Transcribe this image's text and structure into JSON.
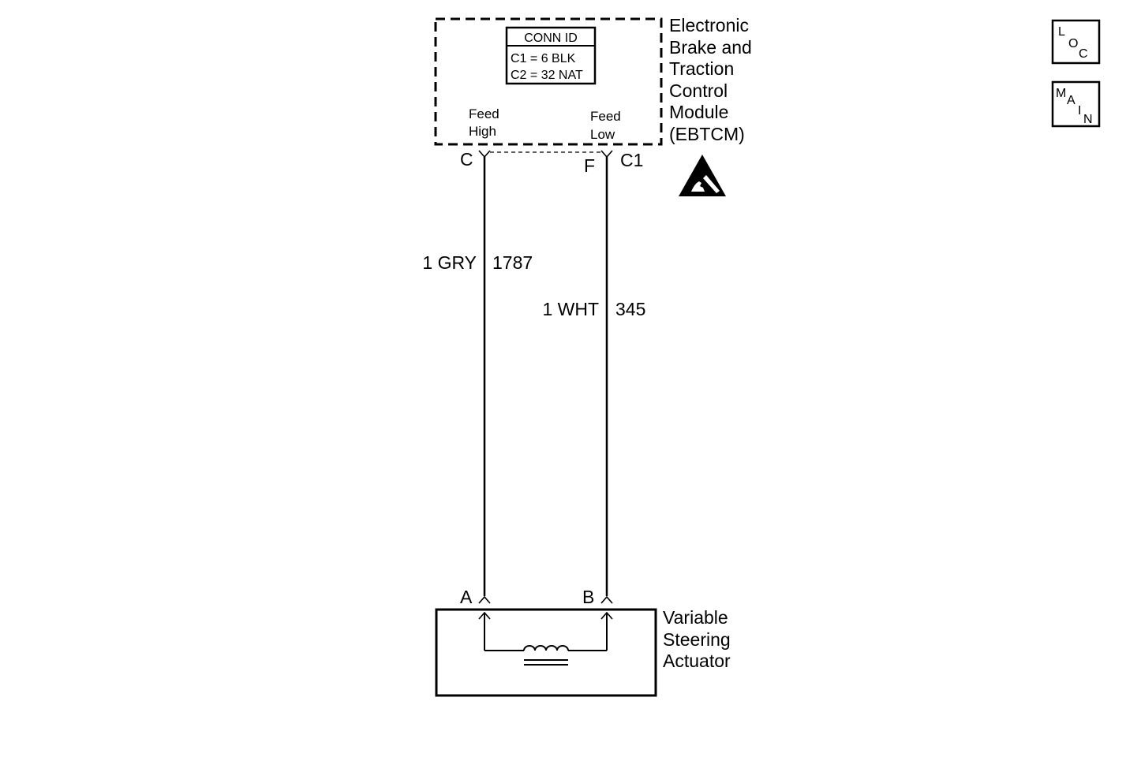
{
  "module": {
    "name_lines": [
      "Electronic",
      "Brake and",
      "Traction",
      "Control",
      "Module",
      "(EBTCM)"
    ],
    "conn_id": {
      "title": "CONN ID",
      "rows": [
        "C1 = 6 BLK",
        "C2 = 32 NAT"
      ]
    },
    "pins": {
      "feed_high": [
        "Feed",
        "High"
      ],
      "feed_low": [
        "Feed",
        "Low"
      ]
    },
    "pin_letters": {
      "left": "C",
      "right": "F",
      "connector": "C1"
    },
    "esd_icon": "esd-warning-icon"
  },
  "wires": [
    {
      "gauge_color": "1 GRY",
      "circuit": "1787"
    },
    {
      "gauge_color": "1 WHT",
      "circuit": "345"
    }
  ],
  "actuator": {
    "name_lines": [
      "Variable",
      "Steering",
      "Actuator"
    ],
    "pin_letters": {
      "left": "A",
      "right": "B"
    },
    "coil_icon": "solenoid-coil-icon"
  },
  "nav": {
    "loc": [
      "L",
      "O",
      "C"
    ],
    "main": [
      "M",
      "A",
      "I",
      "N"
    ]
  }
}
